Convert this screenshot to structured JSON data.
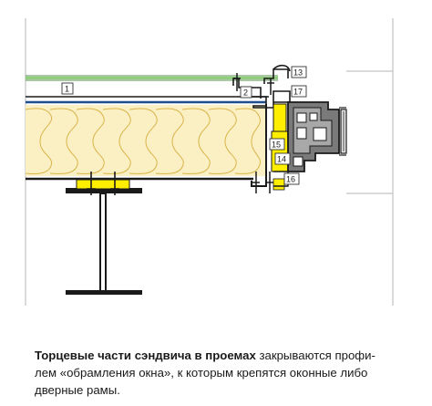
{
  "labels": {
    "l1": "1",
    "l2": "2",
    "l13": "13",
    "l14": "14",
    "l15": "15",
    "l16": "16",
    "l17": "17"
  },
  "caption": {
    "bold": "Торцевые части сэндвича в проемах",
    "line1_rest": " закрываются профи-",
    "line2": "лем «обрамления окна», к которым крепятся оконные либо",
    "line3": "дверные рамы."
  },
  "colors": {
    "insulation": "#fbf0c4",
    "insulation_stroke": "#d9b44a",
    "blue_line": "#1f4e8c",
    "green_film": "#8fcf7c",
    "yellow_part": "#ffee00",
    "frame_gray": "#7a7a7a",
    "wall_gray": "#b5b5b5"
  }
}
